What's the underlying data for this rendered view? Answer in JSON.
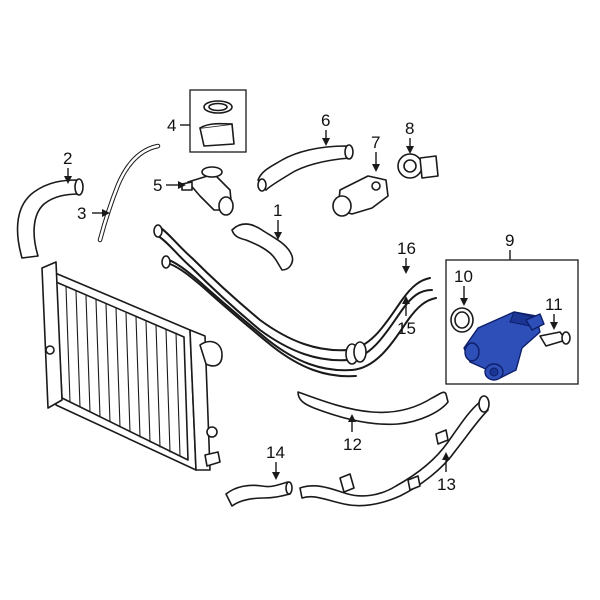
{
  "diagram": {
    "highlight_color": "#2e4fb8",
    "callouts": [
      {
        "id": "c1",
        "label": "1"
      },
      {
        "id": "c2",
        "label": "2"
      },
      {
        "id": "c3",
        "label": "3"
      },
      {
        "id": "c4",
        "label": "4"
      },
      {
        "id": "c5",
        "label": "5"
      },
      {
        "id": "c6",
        "label": "6"
      },
      {
        "id": "c7",
        "label": "7"
      },
      {
        "id": "c8",
        "label": "8"
      },
      {
        "id": "c9",
        "label": "9"
      },
      {
        "id": "c10",
        "label": "10"
      },
      {
        "id": "c11",
        "label": "11"
      },
      {
        "id": "c12",
        "label": "12"
      },
      {
        "id": "c13",
        "label": "13"
      },
      {
        "id": "c14",
        "label": "14"
      },
      {
        "id": "c15",
        "label": "15"
      },
      {
        "id": "c16",
        "label": "16"
      }
    ]
  }
}
